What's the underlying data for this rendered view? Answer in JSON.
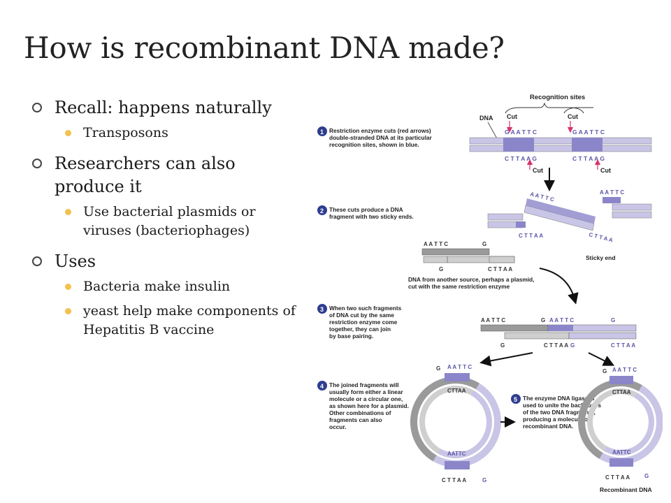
{
  "slide": {
    "title": "How is recombinant DNA made?",
    "bullets": [
      {
        "text": "Recall: happens naturally",
        "sub": [
          "Transposons"
        ]
      },
      {
        "text": "Researchers can also produce it",
        "sub": [
          "Use bacterial plasmids or viruses (bacteriophages)"
        ]
      },
      {
        "text": "Uses",
        "sub": [
          "Bacteria make insulin",
          "yeast help make components of Hepatitis B vaccine"
        ]
      }
    ]
  },
  "diagram": {
    "recognition_sites": "Recognition sites",
    "dna_label": "DNA",
    "cut": "Cut",
    "seq_top": "G A A T T C",
    "seq_bottom": "C T T A A G",
    "sticky_end": "Sticky end",
    "steps": [
      {
        "num": "1",
        "text": "Restriction enzyme cuts (red arrows) double-stranded DNA at its particular recognition sites, shown in blue."
      },
      {
        "num": "2",
        "text": "These cuts produce a DNA fragment with two sticky ends."
      },
      {
        "num": "3",
        "text": "When two such fragments of DNA cut by the same restriction enzyme come together, they can join by base pairing."
      },
      {
        "num": "4",
        "text": "The joined fragments will usually form either a linear molecule or a circular one, as shown here for a plasmid. Other combinations of fragments can also occur."
      },
      {
        "num": "5",
        "text": "The enzyme DNA ligase is used to unite the backbones of the two DNA fragments, producing a molecule of recombinant DNA."
      }
    ],
    "foreign_dna": "DNA from another source, perhaps a plasmid, cut with the same restriction enzyme",
    "recombinant_label": "Recombinant DNA",
    "colors": {
      "blue": "#8b86c9",
      "lavender": "#c9c5e6",
      "gray": "#9a9a9a",
      "lightgray": "#cfcfcf",
      "red": "#d6336c",
      "step_circle": "#2f3d8f"
    }
  }
}
